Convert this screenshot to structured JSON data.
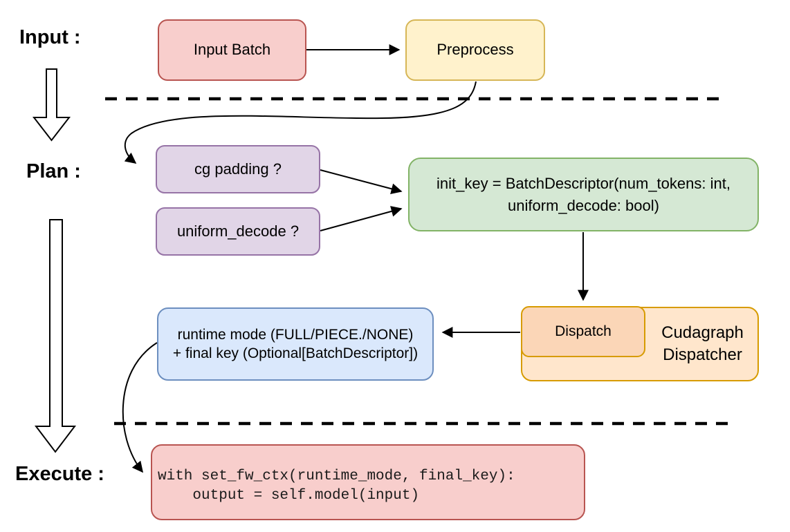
{
  "diagram": {
    "title_hint": "cudagraph dispatch flow",
    "stages": {
      "input": {
        "label": "Input :"
      },
      "plan": {
        "label": "Plan :"
      },
      "execute": {
        "label": "Execute :"
      }
    },
    "nodes": {
      "input_batch": {
        "label": "Input Batch",
        "fill": "#f8cecc",
        "stroke": "#b85450"
      },
      "preprocess": {
        "label": "Preprocess",
        "fill": "#fff2cc",
        "stroke": "#d6b656"
      },
      "cg_padding": {
        "label": "cg padding ?",
        "fill": "#e1d5e7",
        "stroke": "#9673a6"
      },
      "uniform_decode": {
        "label": "uniform_decode ?",
        "fill": "#e1d5e7",
        "stroke": "#9673a6"
      },
      "init_key": {
        "line1": "init_key = BatchDescriptor(num_tokens: int,",
        "line2": "uniform_decode: bool)",
        "fill": "#d5e8d4",
        "stroke": "#82b366"
      },
      "dispatch": {
        "label": "Dispatch",
        "fill": "#fbd6b7",
        "stroke": "#d79b00"
      },
      "cudagraph_dispatcher": {
        "line1": "Cudagraph",
        "line2": "Dispatcher",
        "fill": "#ffe6cc",
        "stroke": "#d79b00"
      },
      "runtime_result": {
        "line1": "runtime mode (FULL/PIECE./NONE)",
        "line2": "+ final key (Optional[BatchDescriptor])",
        "fill": "#dae8fc",
        "stroke": "#6c8ebf"
      },
      "execute_code": {
        "line1": "with set_fw_ctx(runtime_mode, final_key):",
        "line2": "    output = self.model(input)",
        "fill": "#f8cecc",
        "stroke": "#b85450"
      }
    },
    "connector_color": "#000000",
    "separator_color": "#000000"
  }
}
